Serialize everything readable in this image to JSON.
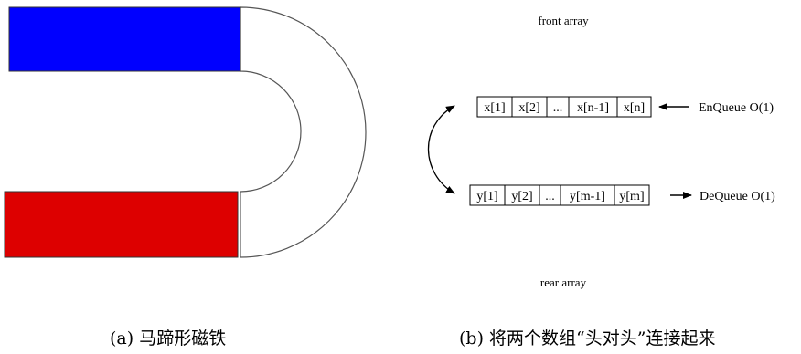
{
  "magnet": {
    "north_color": "#0000ff",
    "south_color": "#dd0000",
    "caption": "(a) 马蹄形磁铁"
  },
  "queue_diagram": {
    "front_label": "front array",
    "rear_label": "rear array",
    "front_cells": [
      "x[1]",
      "x[2]",
      "...",
      "x[n-1]",
      "x[n]"
    ],
    "rear_cells": [
      "y[1]",
      "y[2]",
      "...",
      "y[m-1]",
      "y[m]"
    ],
    "enqueue_label": "EnQueue O(1)",
    "dequeue_label": "DeQueue O(1)",
    "caption": "(b) 将两个数组“头对头”连接起来"
  }
}
